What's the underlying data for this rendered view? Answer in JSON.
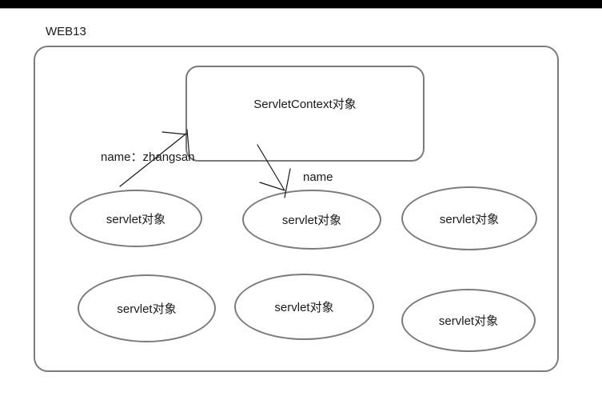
{
  "diagram": {
    "app_label": "WEB13",
    "context_box_label": "ServletContext对象",
    "arrow_left_label": "name：zhangsan",
    "arrow_middle_label": "name",
    "servlet_labels": [
      "servlet对象",
      "servlet对象",
      "servlet对象",
      "servlet对象",
      "servlet对象",
      "servlet对象"
    ],
    "colors": {
      "topbar": "#000000",
      "shape_border": "#7b7b7b",
      "arrow_line": "#1a1a1a",
      "text": "#1a1a1a",
      "background": "#ffffff"
    }
  }
}
